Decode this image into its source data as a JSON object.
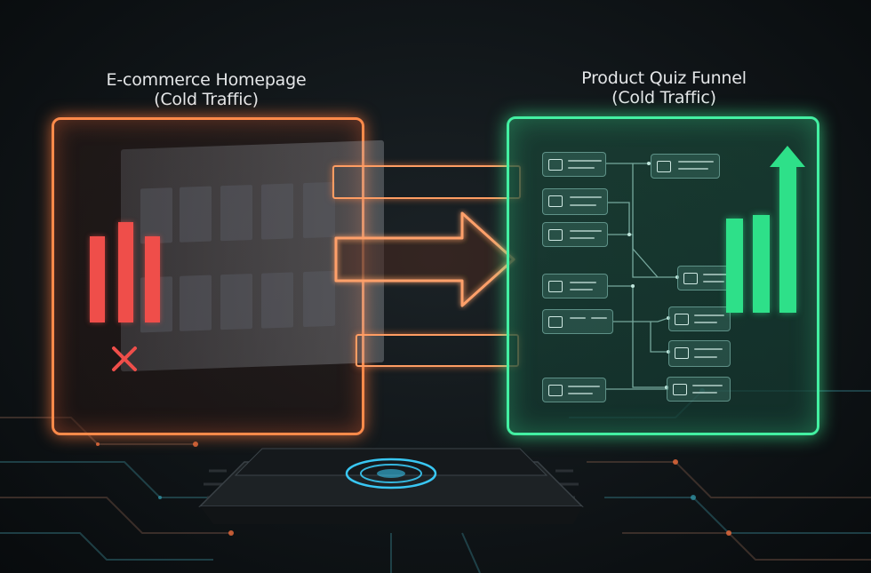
{
  "diagram": {
    "left": {
      "title_line1": "E-commerce Homepage",
      "title_line2": "(Cold Traffic)",
      "accent": "#ff8a4a",
      "bar_color": "#ef4e4a",
      "status_icon": "x-icon"
    },
    "right": {
      "title_line1": "Product Quiz Funnel",
      "title_line2": "(Cold Traffic)",
      "accent": "#43f0a2",
      "bar_color": "#2ee089",
      "status_icon": "up-arrow-icon"
    },
    "flow_icon": "right-arrow-icon"
  }
}
